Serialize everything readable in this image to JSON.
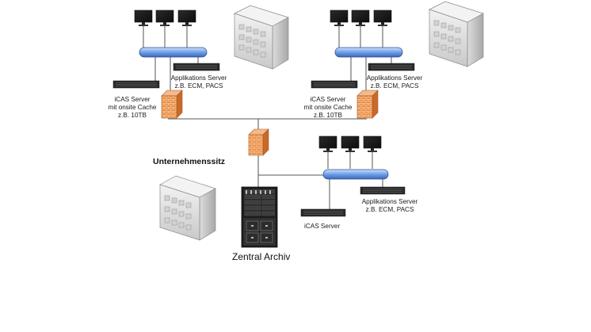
{
  "site_left": {
    "app_server": {
      "name": "Applikations Server",
      "example": "z.B. ECM, PACS"
    },
    "icas": {
      "name": "iCAS Server",
      "cache": "mit onsite Cache",
      "example": "z.B. 10TB"
    }
  },
  "site_right": {
    "app_server": {
      "name": "Applikations Server",
      "example": "z.B. ECM, PACS"
    },
    "icas": {
      "name": "iCAS Server",
      "cache": "mit onsite Cache",
      "example": "z.B. 10TB"
    }
  },
  "headquarters": {
    "title": "Unternehmenssitz",
    "app_server": {
      "name": "Applikations Server",
      "example": "z.B. ECM, PACS"
    },
    "icas": {
      "name": "iCAS Server"
    },
    "archive": "Zentral Archiv"
  },
  "colors": {
    "hub": "#4a7fd6",
    "firewall": "#e88a4a",
    "line": "#555555"
  }
}
